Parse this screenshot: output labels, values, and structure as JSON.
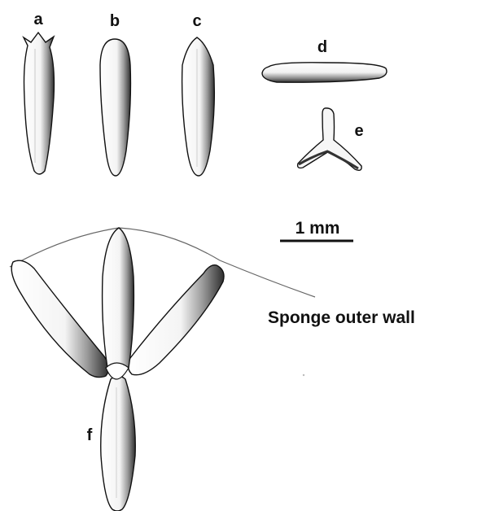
{
  "labels": {
    "a": "a",
    "b": "b",
    "c": "c",
    "d": "d",
    "e": "e",
    "f": "f"
  },
  "scale_bar": "1 mm",
  "callout": "Sponge outer wall",
  "colors": {
    "ink": "#111111",
    "shade": "#3a3a3a",
    "line": "#555555",
    "background": "#ffffff"
  }
}
